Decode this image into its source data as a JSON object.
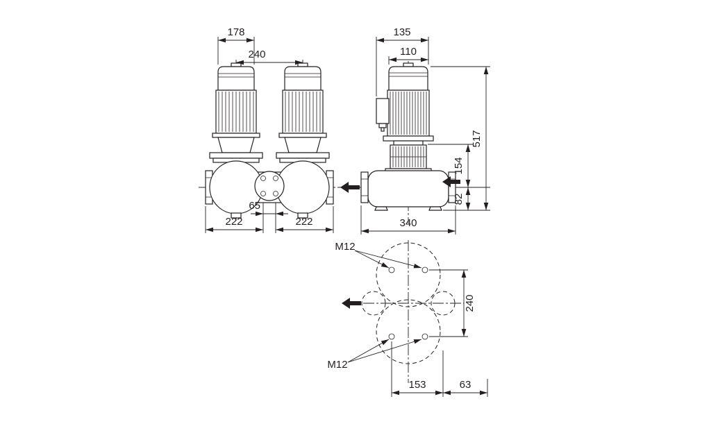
{
  "drawing": {
    "line_color": "#231f20",
    "background": "#ffffff",
    "front_view": {
      "dim_fan_cover_width": "178",
      "dim_head_center_distance": "240",
      "dim_port_bolt_spacing": "65",
      "dim_left_port_span": "222",
      "dim_right_port_span": "222"
    },
    "side_view": {
      "dim_motor_depth_overall": "135",
      "dim_motor_depth": "110",
      "dim_overall_height": "517",
      "dim_head_to_axis": "154",
      "dim_axis_to_base": "82",
      "dim_port_to_port": "340"
    },
    "bottom_view": {
      "label_mounting_holes_top": "M12",
      "label_mounting_holes_bottom": "M12",
      "dim_hole_row_distance": "240",
      "dim_hole_span": "153",
      "dim_edge_offset": "63"
    }
  }
}
